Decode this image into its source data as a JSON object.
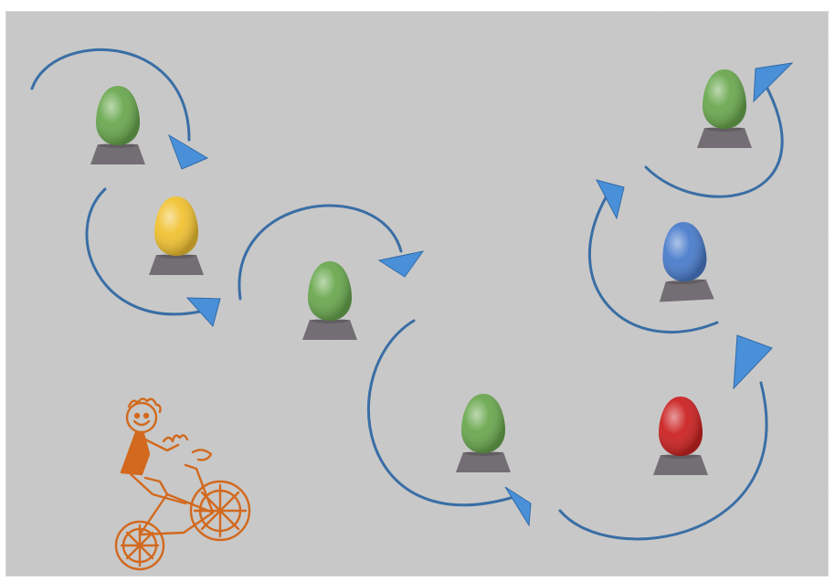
{
  "scene": {
    "background_color": "#c9c9c9",
    "arrow_color": "#3a6ea5",
    "arrowhead_color": "#4a90d9",
    "stand_color": "#736e73",
    "character_color": "#d2691e"
  },
  "eggs": [
    {
      "id": "egg-1",
      "color": "#6aa84f",
      "order": 1
    },
    {
      "id": "egg-2",
      "color": "#f1c232",
      "order": 2
    },
    {
      "id": "egg-3",
      "color": "#6aa84f",
      "order": 3
    },
    {
      "id": "egg-4",
      "color": "#6aa84f",
      "order": 4
    },
    {
      "id": "egg-5",
      "color": "#cc2222",
      "order": 5
    },
    {
      "id": "egg-6",
      "color": "#4a7ccc",
      "order": 6
    },
    {
      "id": "egg-7",
      "color": "#6aa84f",
      "order": 7
    }
  ],
  "character": {
    "name": "cyclist-child",
    "icon": "bicycle-child-icon"
  }
}
